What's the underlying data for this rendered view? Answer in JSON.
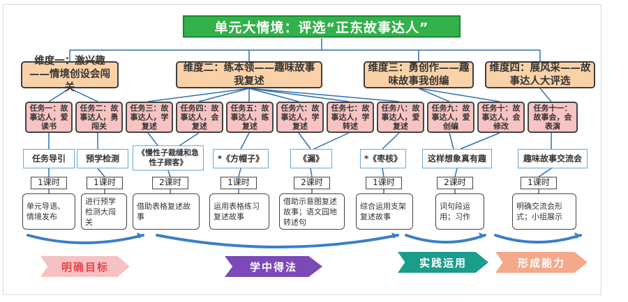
{
  "title": "单元大情境：评选“正东故事达人”",
  "dimensions": [
    {
      "label": "维度一：激兴趣——情境创设会闯关"
    },
    {
      "label": "维度二：练本领——趣味故事我复述"
    },
    {
      "label": "维度三：勇创作——趣味故事我创编"
    },
    {
      "label": "维度四：展风采——故事达人大评选"
    }
  ],
  "tasks": [
    {
      "label": "任务一：故事达人，爱读书"
    },
    {
      "label": "任务二：故事达人，勇闯关"
    },
    {
      "label": "任务三：故事达人，学复述"
    },
    {
      "label": "任务四：故事达人，会复述"
    },
    {
      "label": "任务五：故事达人，练复述"
    },
    {
      "label": "任务六：故事达人，学复述"
    },
    {
      "label": "任务七：故事达人，学转述"
    },
    {
      "label": "任务八：故事达人，爱复述"
    },
    {
      "label": "任务九：故事达人，爱创编"
    },
    {
      "label": "任务十：故事达人，会修改"
    },
    {
      "label": "任务十一：故事会，会表演"
    }
  ],
  "lessons": [
    {
      "label": "任务导引",
      "hours": "1课时",
      "activity": "单元导语、情境发布"
    },
    {
      "label": "预学检测",
      "hours": "1课时",
      "activity": "进行预学检测大闯关"
    },
    {
      "label": "《慢性子裁缝和急性子顾客》",
      "hours": "2课时",
      "activity": "借助表格复述故事"
    },
    {
      "label": "*《方帽子》",
      "hours": "1课时",
      "activity": "运用表格练习复述故事"
    },
    {
      "label": "《漏》",
      "hours": "2课时",
      "activity": "借助示意图复述故事；语文园地转述句"
    },
    {
      "label": "*《枣核》",
      "hours": "1课时",
      "activity": "综合运用支架复述故事"
    },
    {
      "label": "这样想象真有趣",
      "hours": "2课时",
      "activity": "词句段运用；习作"
    },
    {
      "label": "趣味故事交流会",
      "hours": "1课时",
      "activity": "明确交流会形式；小组展示"
    }
  ],
  "stages": [
    {
      "label": "明确目标",
      "color": "#e8434b",
      "bg": "#f6c1c3"
    },
    {
      "label": "学中得法",
      "color": "#ffffff",
      "bg": "#7c49b8"
    },
    {
      "label": "实践运用",
      "color": "#ffffff",
      "bg": "#1a9d8b"
    },
    {
      "label": "形成能力",
      "color": "#ffffff",
      "bg": "#f3a98a"
    }
  ],
  "colors": {
    "banner": "#33b14a",
    "dimension": "#fbd2a8",
    "task": "#f8c3c3",
    "lesson_border": "#6aa6d8",
    "connector": "#2b6fb6"
  }
}
